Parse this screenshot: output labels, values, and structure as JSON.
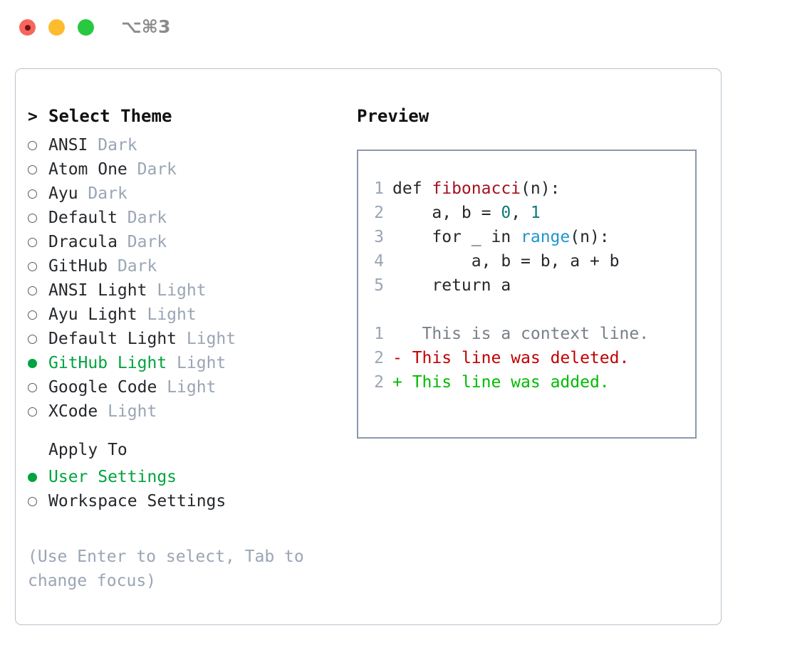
{
  "titlebar": {
    "shortcut": "⌥⌘3",
    "buttons": [
      {
        "name": "close",
        "color": "#f8655d"
      },
      {
        "name": "minimize",
        "color": "#fcbc2e"
      },
      {
        "name": "maximize",
        "color": "#28c840"
      }
    ]
  },
  "theme_picker": {
    "header_marker": ">",
    "header": "Select Theme",
    "marker_unselected": "○",
    "marker_selected": "●",
    "items": [
      {
        "name": "ANSI",
        "variant": "Dark",
        "selected": false
      },
      {
        "name": "Atom One",
        "variant": "Dark",
        "selected": false
      },
      {
        "name": "Ayu",
        "variant": "Dark",
        "selected": false
      },
      {
        "name": "Default",
        "variant": "Dark",
        "selected": false
      },
      {
        "name": "Dracula",
        "variant": "Dark",
        "selected": false
      },
      {
        "name": "GitHub",
        "variant": "Dark",
        "selected": false
      },
      {
        "name": "ANSI Light",
        "variant": "Light",
        "selected": false
      },
      {
        "name": "Ayu Light",
        "variant": "Light",
        "selected": false
      },
      {
        "name": "Default Light",
        "variant": "Light",
        "selected": false
      },
      {
        "name": "GitHub Light",
        "variant": "Light",
        "selected": true
      },
      {
        "name": "Google Code",
        "variant": "Light",
        "selected": false
      },
      {
        "name": "XCode",
        "variant": "Light",
        "selected": false
      }
    ]
  },
  "apply_to": {
    "label": "Apply To",
    "options": [
      {
        "label": "User Settings",
        "selected": true
      },
      {
        "label": "Workspace Settings",
        "selected": false
      }
    ]
  },
  "hint": "(Use Enter to select, Tab to change focus)",
  "preview": {
    "title": "Preview",
    "code": [
      {
        "lineno": "1",
        "tokens": [
          {
            "text": "def ",
            "type": "kw"
          },
          {
            "text": "fibonacci",
            "type": "func"
          },
          {
            "text": "(n):",
            "type": "plain"
          }
        ]
      },
      {
        "lineno": "2",
        "tokens": [
          {
            "text": "    a, b = ",
            "type": "plain"
          },
          {
            "text": "0",
            "type": "num"
          },
          {
            "text": ", ",
            "type": "plain"
          },
          {
            "text": "1",
            "type": "num"
          }
        ]
      },
      {
        "lineno": "3",
        "tokens": [
          {
            "text": "    for _ in ",
            "type": "kw"
          },
          {
            "text": "range",
            "type": "call"
          },
          {
            "text": "(n):",
            "type": "plain"
          }
        ]
      },
      {
        "lineno": "4",
        "tokens": [
          {
            "text": "        a, b = b, a + b",
            "type": "plain"
          }
        ]
      },
      {
        "lineno": "5",
        "tokens": [
          {
            "text": "    return a",
            "type": "kw"
          }
        ]
      }
    ],
    "diff": [
      {
        "lineno": "1",
        "sign": " ",
        "text": "  This is a context line.",
        "kind": "context"
      },
      {
        "lineno": "2",
        "sign": "-",
        "text": " This line was deleted.",
        "kind": "deleted"
      },
      {
        "lineno": "2",
        "sign": "+",
        "text": " This line was added.",
        "kind": "added"
      }
    ]
  },
  "colors": {
    "accent_green": "#00a33f",
    "muted": "#9aa5b4",
    "text": "#25282c",
    "func_red": "#a4121f",
    "number_teal": "#0b7a75",
    "call_blue": "#1f96cf",
    "diff_delete": "#c00000",
    "diff_add": "#00bb00",
    "panel_border": "#b8c2cf",
    "preview_border": "#8b99ac"
  }
}
